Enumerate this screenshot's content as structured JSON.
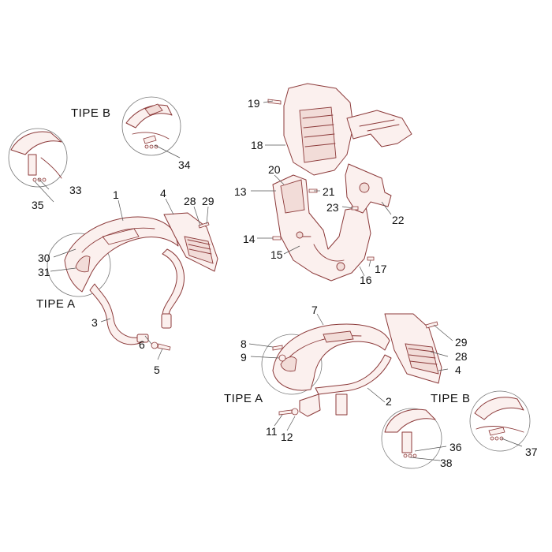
{
  "group_labels": {
    "tipe_b_top_left": "TIPE B",
    "tipe_a_left": "TIPE A",
    "tipe_a_bottom": "TIPE A",
    "tipe_b_bottom_right": "TIPE B"
  },
  "part_numbers": {
    "p1": "1",
    "p2": "2",
    "p3": "3",
    "p4_left": "4",
    "p4_right": "4",
    "p5": "5",
    "p6": "6",
    "p7": "7",
    "p8": "8",
    "p9": "9",
    "p11": "11",
    "p12": "12",
    "p13": "13",
    "p14": "14",
    "p15": "15",
    "p16": "16",
    "p17": "17",
    "p18": "18",
    "p19": "19",
    "p20": "20",
    "p21": "21",
    "p22": "22",
    "p23": "23",
    "p28_left": "28",
    "p28_right": "28",
    "p29_left": "29",
    "p29_right": "29",
    "p30": "30",
    "p31": "31",
    "p33": "33",
    "p34": "34",
    "p35": "35",
    "p36": "36",
    "p37": "37",
    "p38": "38"
  },
  "colors": {
    "line": "#8c3a3a",
    "fill": "#fbf0ee",
    "text": "#111111"
  }
}
